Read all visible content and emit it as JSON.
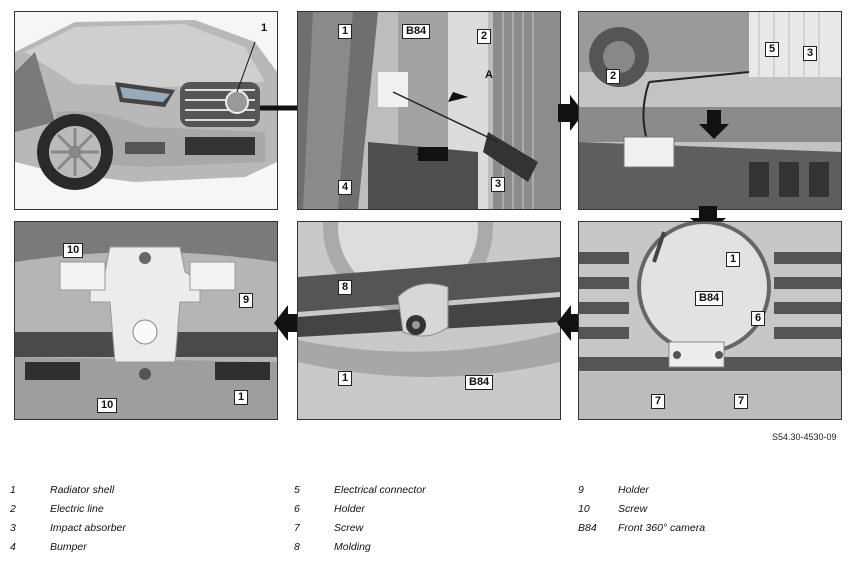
{
  "panels": [
    {
      "callouts": [
        "1"
      ]
    },
    {
      "callouts": [
        "1",
        "B84",
        "2",
        "A",
        "4",
        "3"
      ]
    },
    {
      "callouts": [
        "5",
        "3",
        "2"
      ]
    },
    {
      "callouts": [
        "10",
        "9",
        "10",
        "1"
      ]
    },
    {
      "callouts": [
        "8",
        "1",
        "B84"
      ]
    },
    {
      "callouts": [
        "1",
        "B84",
        "6",
        "7",
        "7"
      ]
    }
  ],
  "doc_ref": "S54.30-4530-09",
  "legend": [
    {
      "num": "1",
      "text": "Radiator shell"
    },
    {
      "num": "2",
      "text": "Electric line"
    },
    {
      "num": "3",
      "text": "Impact absorber"
    },
    {
      "num": "4",
      "text": "Bumper"
    },
    {
      "num": "5",
      "text": "Electrical connector"
    },
    {
      "num": "6",
      "text": "Holder"
    },
    {
      "num": "7",
      "text": "Screw"
    },
    {
      "num": "8",
      "text": "Molding"
    },
    {
      "num": "9",
      "text": "Holder"
    },
    {
      "num": "10",
      "text": "Screw"
    },
    {
      "num": "B84",
      "text": "Front 360° camera"
    }
  ]
}
